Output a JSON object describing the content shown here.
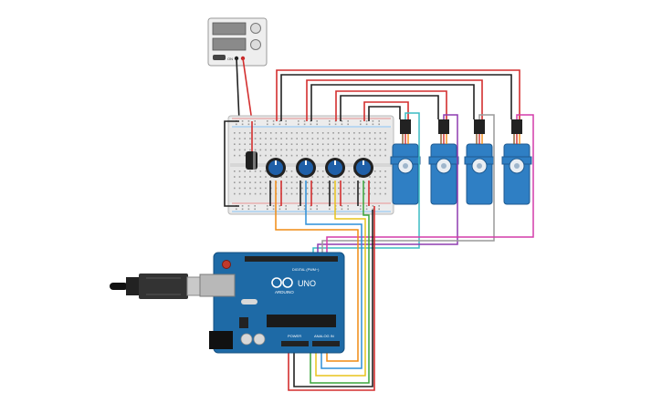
{
  "scene": {
    "description_free": true
  },
  "power_supply": {
    "switch_label": "ON"
  },
  "arduino": {
    "brand": "ARDUINO",
    "model": "UNO",
    "digital_label": "DIGITAL (PWM~)",
    "power_label": "POWER",
    "analog_label": "ANALOG IN"
  },
  "colors": {
    "breadboard": "#e6e6e6",
    "arduino_board": "#1e6aa6",
    "servo": "#2f7fc4",
    "knob": "#1f5fa8",
    "red_wire": "#d32f2f",
    "black_wire": "#222222",
    "orange_wire": "#f08c14",
    "yellow_wire": "#e8c31c",
    "green_wire": "#3aa53a",
    "blue_wire": "#2d8fd8",
    "purple_wire": "#8e3bb0",
    "magenta_wire": "#d43caa",
    "teal_wire": "#3bbcc4",
    "gray_wire": "#9a9a9a"
  },
  "counts": {
    "potentiometers": 4,
    "servos": 4
  }
}
